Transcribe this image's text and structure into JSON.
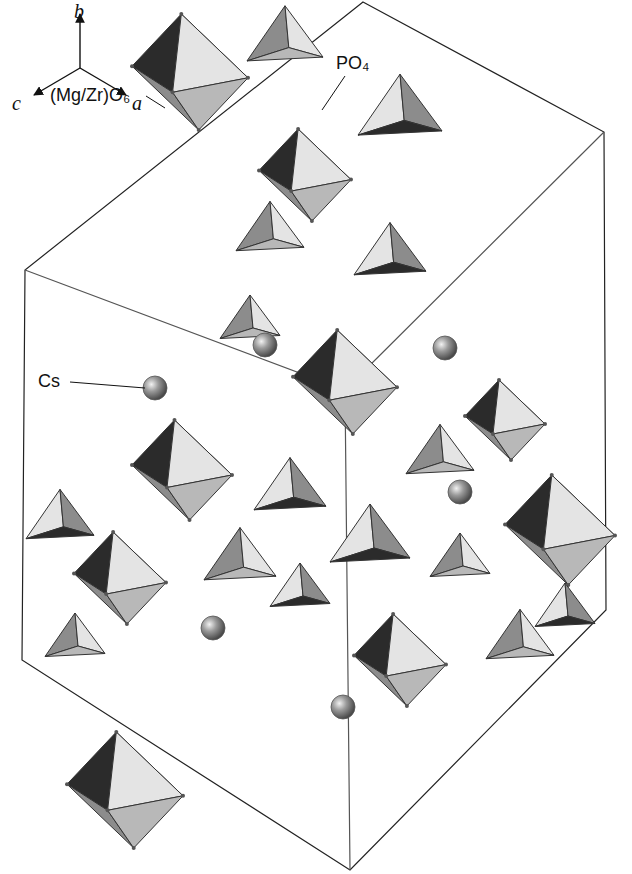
{
  "diagram": {
    "labels": [
      "b",
      "c",
      "a",
      "PO₄",
      "(Mg/Zr)O₆",
      "Cs"
    ]
  }
}
